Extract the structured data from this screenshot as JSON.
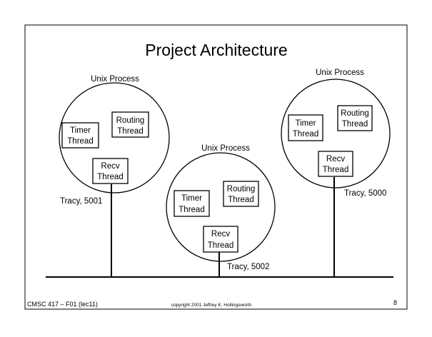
{
  "title": "Project Architecture",
  "processes": [
    {
      "label": "Unix Process",
      "host": "Tracy, 5001",
      "threads": [
        {
          "line1": "Timer",
          "line2": "Thread"
        },
        {
          "line1": "Routing",
          "line2": "Thread"
        },
        {
          "line1": "Recv",
          "line2": "Thread"
        }
      ]
    },
    {
      "label": "Unix Process",
      "host": "Tracy, 5002",
      "threads": [
        {
          "line1": "Timer",
          "line2": "Thread"
        },
        {
          "line1": "Routing",
          "line2": "Thread"
        },
        {
          "line1": "Recv",
          "line2": "Thread"
        }
      ]
    },
    {
      "label": "Unix Process",
      "host": "Tracy, 5000",
      "threads": [
        {
          "line1": "Timer",
          "line2": "Thread"
        },
        {
          "line1": "Routing",
          "line2": "Thread"
        },
        {
          "line1": "Recv",
          "line2": "Thread"
        }
      ]
    }
  ],
  "footer": {
    "course": "CMSC 417 – F01  (lec11)",
    "copyright": "copyright 2001  Jeffrey K. Hollingsworth",
    "page": "8"
  }
}
